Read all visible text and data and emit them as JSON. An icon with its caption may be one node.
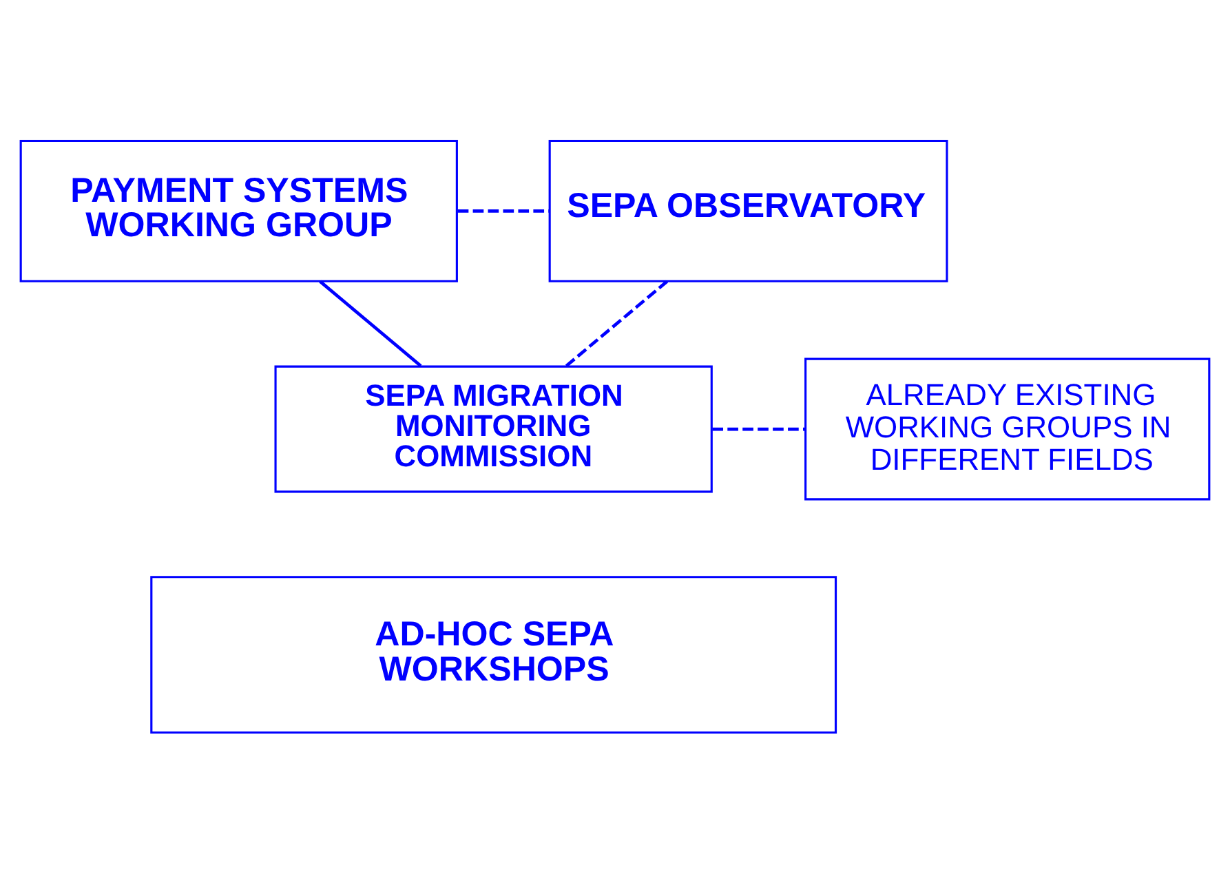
{
  "diagram": {
    "nodes": [
      {
        "text": [
          "PAYMENT SYSTEMS WORKING GROUP"
        ]
      },
      {
        "text": [
          "SEPA OBSERVATORY"
        ]
      },
      {
        "text": [
          "SEPA MIGRATION MONITORING COMMISSION"
        ]
      },
      {
        "text": [
          "ALREADY EXISTING WORKING GROUPS IN DIFFERENT FIELDS"
        ]
      },
      {
        "text": [
          "AD-HOC SEPA WORKSHOPS"
        ]
      }
    ],
    "edges": [
      {
        "from": 0,
        "to": 2,
        "arrow": "none"
      },
      {
        "from": 0,
        "to": 1,
        "arrow": "none",
        "style": "dashed"
      },
      {
        "from": 2,
        "to": 1,
        "arrow": "none",
        "style": "dashed"
      },
      {
        "from": 2,
        "to": 3,
        "arrow": "none",
        "style": "dashed"
      }
    ]
  }
}
